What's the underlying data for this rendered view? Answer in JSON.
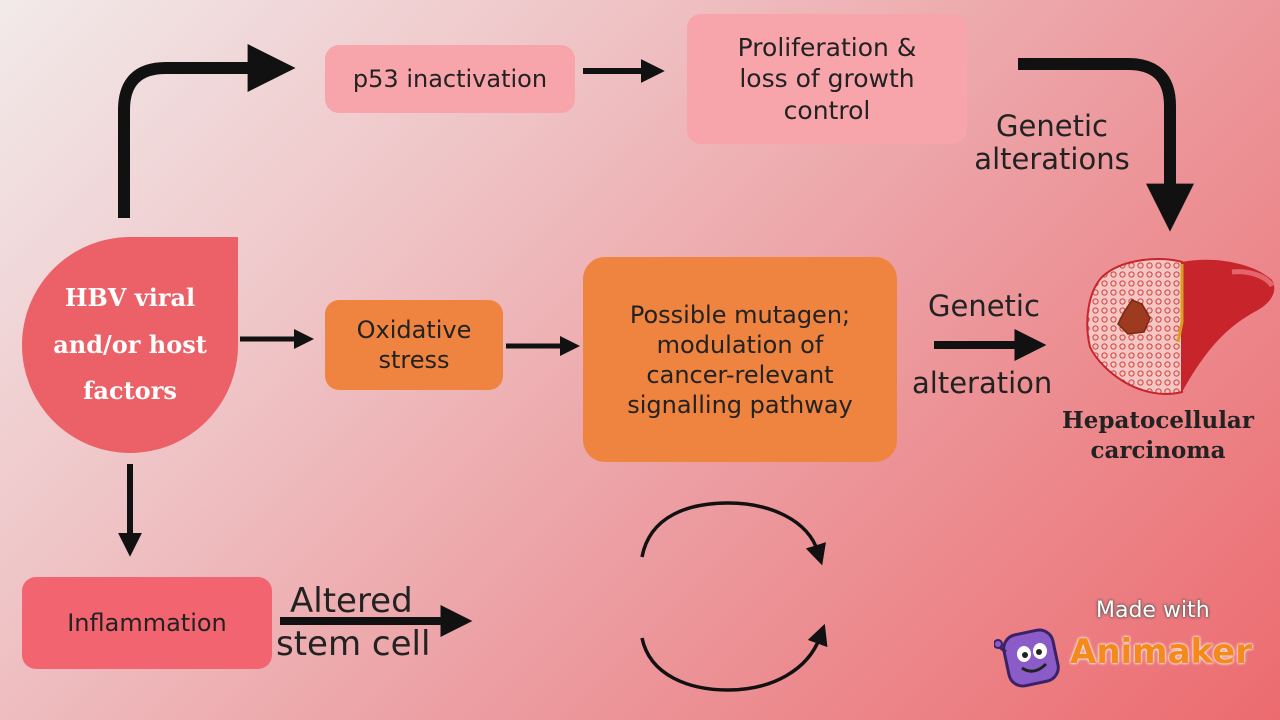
{
  "nodes": {
    "hbv": [
      "HBV viral",
      "and/or host",
      "factors"
    ],
    "p53": "p53 inactivation",
    "proliferation": [
      "Proliferation &",
      "loss of growth",
      "control"
    ],
    "oxidative": [
      "Oxidative",
      "stress"
    ],
    "mutagen": [
      "Possible mutagen;",
      "modulation of",
      "cancer-relevant",
      "signalling pathway"
    ],
    "inflammation": "Inflammation",
    "hcc": [
      "Hepatocellular",
      "carcinoma"
    ]
  },
  "edge_labels": {
    "genetic_alterations": [
      "Genetic",
      "alterations"
    ],
    "genetic_alteration": [
      "Genetic",
      "alteration"
    ],
    "altered_stem_cell": [
      "Altered",
      "stem cell"
    ]
  },
  "watermark": {
    "made_with": "Made with",
    "brand": "Animaker"
  },
  "colors": {
    "pink_box": "#f7a4ab",
    "orange_box": "#ee843f",
    "hbv_shape": "#ec6068",
    "inflammation_box": "#f2646f",
    "arrow": "#111111",
    "liver": "#c8242b",
    "brand_orange": "#f48a1c"
  },
  "icons": [
    "liver-tumor-icon",
    "animaker-mascot-icon"
  ]
}
